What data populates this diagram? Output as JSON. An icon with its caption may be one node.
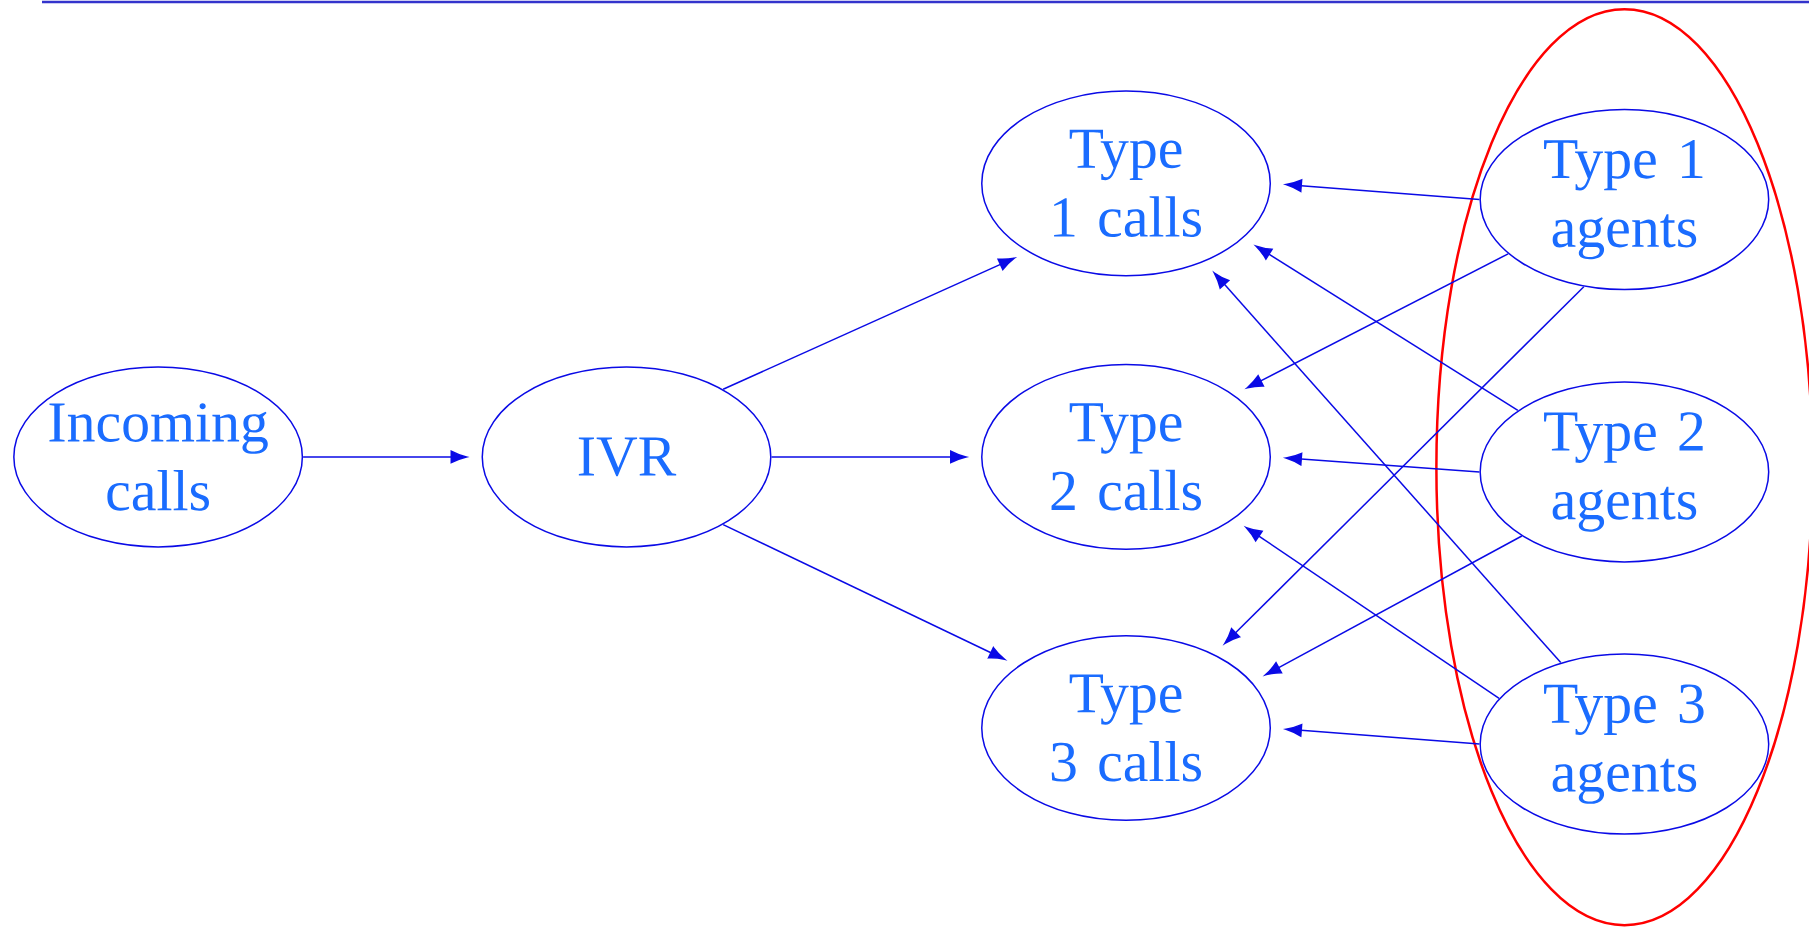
{
  "diagram": {
    "nodes": [
      {
        "text": [
          "Incoming calls"
        ]
      },
      {
        "text": [
          "IVR"
        ]
      },
      {
        "text": [
          "Type 1 calls"
        ]
      },
      {
        "text": [
          "Type 2 calls"
        ]
      },
      {
        "text": [
          "Type 3 calls"
        ]
      },
      {
        "text": [],
        "shape": "ellipse"
      },
      {
        "text": [
          "Type 1 agents"
        ],
        "in": 5
      },
      {
        "text": [
          "Type 2 agents"
        ],
        "in": 5
      },
      {
        "text": [
          "Type 3 agents"
        ],
        "in": 5
      }
    ],
    "edges": [
      {
        "from": 0,
        "to": 1,
        "arrow": "to"
      },
      {
        "from": 1,
        "to": 2,
        "arrow": "to"
      },
      {
        "from": 1,
        "to": 3,
        "arrow": "to"
      },
      {
        "from": 1,
        "to": 4,
        "arrow": "to"
      },
      {
        "from": 6,
        "to": 2,
        "arrow": "to"
      },
      {
        "from": 6,
        "to": 3,
        "arrow": "to"
      },
      {
        "from": 6,
        "to": 4,
        "arrow": "to"
      },
      {
        "from": 7,
        "to": 2,
        "arrow": "to"
      },
      {
        "from": 7,
        "to": 3,
        "arrow": "to"
      },
      {
        "from": 7,
        "to": 4,
        "arrow": "to"
      },
      {
        "from": 8,
        "to": 2,
        "arrow": "to"
      },
      {
        "from": 8,
        "to": 3,
        "arrow": "to"
      },
      {
        "from": 8,
        "to": 4,
        "arrow": "to"
      }
    ]
  }
}
